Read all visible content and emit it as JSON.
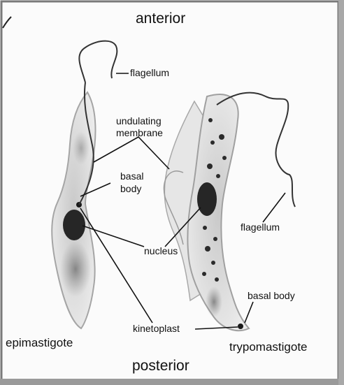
{
  "diagram": {
    "top_label": "anterior",
    "bottom_label": "posterior",
    "left_cell_name": "epimastigote",
    "right_cell_name": "trypomastigote",
    "labels": {
      "flagellum_top": "flagellum",
      "undulating_membrane_line1": "undulating",
      "undulating_membrane_line2": "membrane",
      "basal_body_left_line1": "basal",
      "basal_body_left_line2": "body",
      "flagellum_right": "flagellum",
      "nucleus": "nucleus",
      "basal_body_right": "basal body",
      "kinetoplast": "kinetoplast"
    }
  },
  "colors": {
    "ink": "#111111",
    "cell_fill": "#d8d8d8",
    "nucleus_fill": "#262626",
    "frame": "#6e6e6e"
  }
}
